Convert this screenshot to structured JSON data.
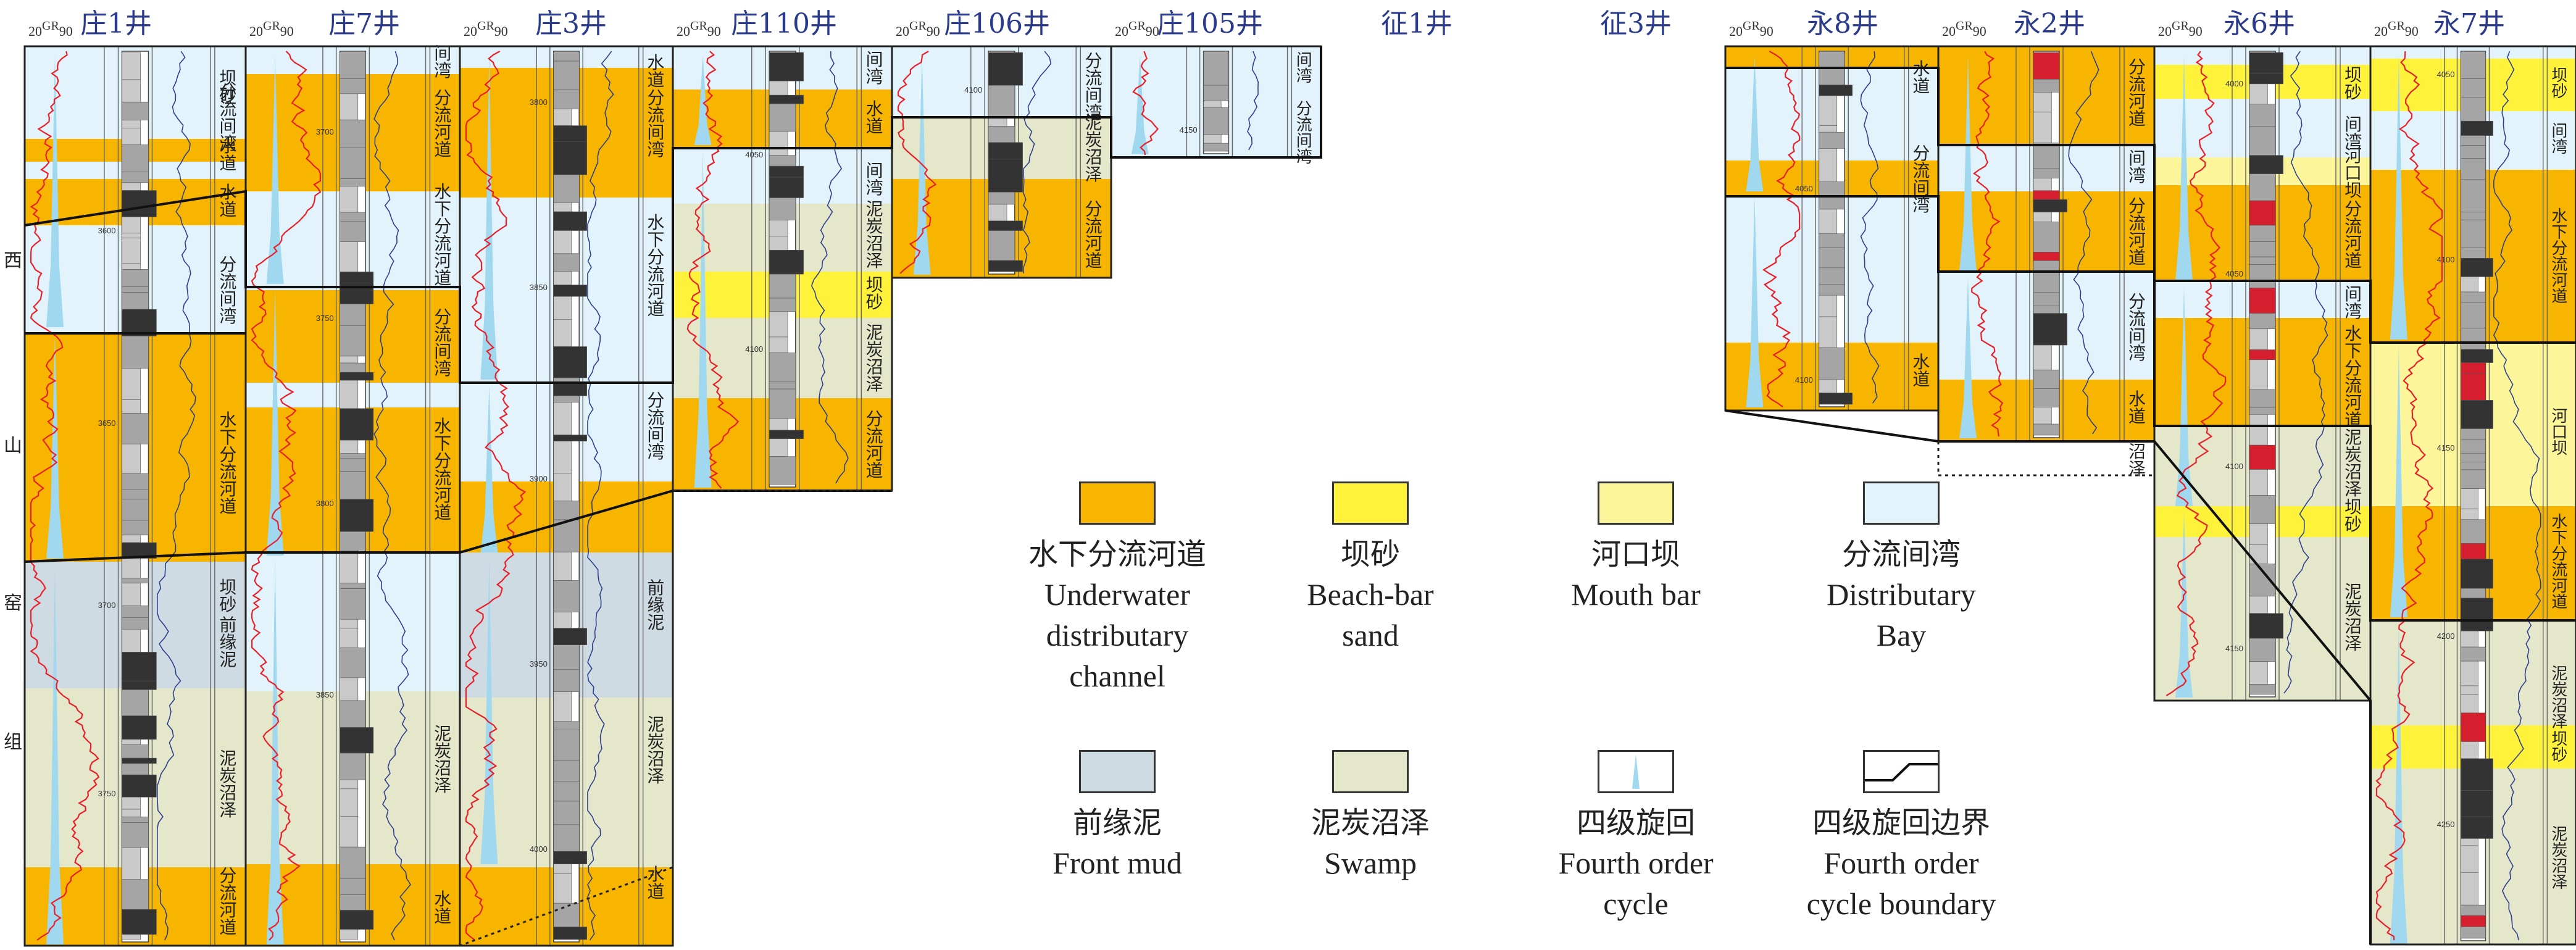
{
  "wells": [
    {
      "id": "z1",
      "name": "庄1井"
    },
    {
      "id": "z7",
      "name": "庄7井"
    },
    {
      "id": "z3",
      "name": "庄3井"
    },
    {
      "id": "z110",
      "name": "庄110井"
    },
    {
      "id": "z106",
      "name": "庄106井"
    },
    {
      "id": "z105",
      "name": "庄105井"
    },
    {
      "id": "zh1",
      "name": "征1井"
    },
    {
      "id": "zh3",
      "name": "征3井"
    },
    {
      "id": "y8",
      "name": "永8井"
    },
    {
      "id": "y2",
      "name": "永2井"
    },
    {
      "id": "y6",
      "name": "永6井"
    },
    {
      "id": "y7",
      "name": "永7井"
    }
  ],
  "gr_scale": {
    "min": "20",
    "label": "GR",
    "max": "90"
  },
  "formation_side_label": [
    "西",
    "山",
    "窑",
    "组"
  ],
  "colors": {
    "channel": "#f7b500",
    "beach_bar": "#fff23a",
    "mouth_bar": "#fdf59a",
    "bay": "#e3f3fb",
    "front_mud": "#cfdbe2",
    "swamp": "#e4e7c9",
    "cycle": "#9fd8ef",
    "gr_curve": "#e8202a",
    "res_curve": "#2b3f8f",
    "litho_sand": "#a5a5a5",
    "litho_coal": "#333333",
    "litho_red": "#9b1c24",
    "litho_purple": "#8c2e9a",
    "litho_crimson": "#d61f2e"
  },
  "facies_labels": {
    "z1": [
      "坝砂",
      "分流间湾",
      "水道",
      "水道",
      "分流间湾",
      "水下分流河道",
      "坝砂",
      "前缘泥",
      "泥炭沼泽",
      "分流河道"
    ],
    "z7": [
      "间湾",
      "分流河道",
      "水下分流河道",
      "分流间湾",
      "水下分流河道",
      "泥炭沼泽",
      "水道"
    ],
    "z3": [
      "水道",
      "分流间湾",
      "水下分流河道",
      "分流间湾",
      "前缘泥",
      "泥炭沼泽",
      "水道"
    ],
    "z110": [
      "间湾",
      "水道",
      "间湾",
      "泥炭沼泽",
      "坝砂",
      "泥炭沼泽",
      "分流河道"
    ],
    "z106": [
      "分流间湾",
      "泥炭沼泽",
      "分流河道"
    ],
    "z105": [
      "间湾",
      "分流间湾"
    ],
    "y8": [
      "水道",
      "分流间湾",
      "水道"
    ],
    "y2": [
      "分流河道",
      "间湾",
      "分流河道",
      "分流间湾",
      "水道",
      "沼泽"
    ],
    "y6": [
      "坝砂",
      "间湾",
      "河口坝",
      "分流河道",
      "间湾",
      "水下分流河道",
      "泥炭沼泽",
      "坝砂",
      "泥炭沼泽"
    ],
    "y7": [
      "坝砂",
      "间湾",
      "水下分流河道",
      "河口坝",
      "水下分流河道",
      "泥炭沼泽",
      "坝砂",
      "泥炭沼泽"
    ]
  },
  "depth_marks": {
    "z1": [
      "3600",
      "3650",
      "3700",
      "3750"
    ],
    "z7": [
      "3700",
      "3750",
      "3800",
      "3850"
    ],
    "z3": [
      "3800",
      "3850",
      "3900",
      "3950",
      "4000"
    ],
    "z110": [
      "4050",
      "4100"
    ],
    "z106": [
      "4100"
    ],
    "z105": [
      "4150"
    ],
    "y8": [
      "4050",
      "4100"
    ],
    "y2": [],
    "y6": [
      "4000",
      "4050",
      "4100",
      "4150"
    ],
    "y7": [
      "4050",
      "4100",
      "4150",
      "4200",
      "4250"
    ]
  },
  "legend": [
    {
      "key": "channel",
      "cn": "水下分流河道",
      "en": [
        "Underwater",
        "distributary",
        "channel"
      ]
    },
    {
      "key": "beach_bar",
      "cn": "坝砂",
      "en": [
        "Beach-bar",
        "sand"
      ]
    },
    {
      "key": "mouth_bar",
      "cn": "河口坝",
      "en": [
        "Mouth bar"
      ]
    },
    {
      "key": "bay",
      "cn": "分流间湾",
      "en": [
        "Distributary",
        "Bay"
      ]
    },
    {
      "key": "front_mud",
      "cn": "前缘泥",
      "en": [
        "Front mud"
      ]
    },
    {
      "key": "swamp",
      "cn": "泥炭沼泽",
      "en": [
        "Swamp"
      ]
    },
    {
      "key": "cycle",
      "cn": "四级旋回",
      "en": [
        "Fourth order",
        "cycle"
      ]
    },
    {
      "key": "boundary",
      "cn": "四级旋回边界",
      "en": [
        "Fourth order",
        "cycle boundary"
      ]
    }
  ]
}
